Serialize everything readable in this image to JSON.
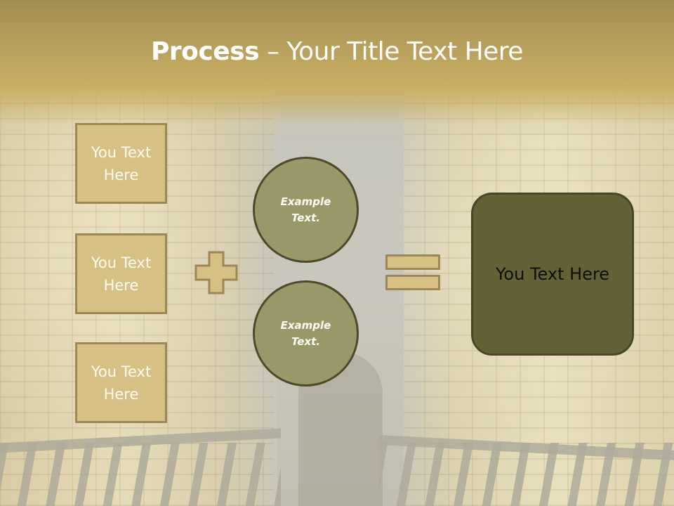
{
  "slide": {
    "title": {
      "bold": "Process",
      "separator": " – ",
      "rest": "Your Title Text Here"
    },
    "input_boxes": [
      {
        "label": "You Text Here"
      },
      {
        "label": "You Text Here"
      },
      {
        "label": "You Text Here"
      }
    ],
    "circles": [
      {
        "label": "Example Text."
      },
      {
        "label": "Example Text."
      }
    ],
    "operators": {
      "plus_icon": "plus-icon",
      "equals_icon": "equals-icon"
    },
    "result_box": {
      "label": "You Text Here"
    },
    "colors": {
      "header_gold": "#c9af62",
      "tan_box_fill": "#d6c083",
      "tan_box_border": "#9c8755",
      "circle_fill": "#999868",
      "circle_border": "#4f4a2b",
      "result_fill": "#636236",
      "result_border": "#4a4627"
    }
  }
}
